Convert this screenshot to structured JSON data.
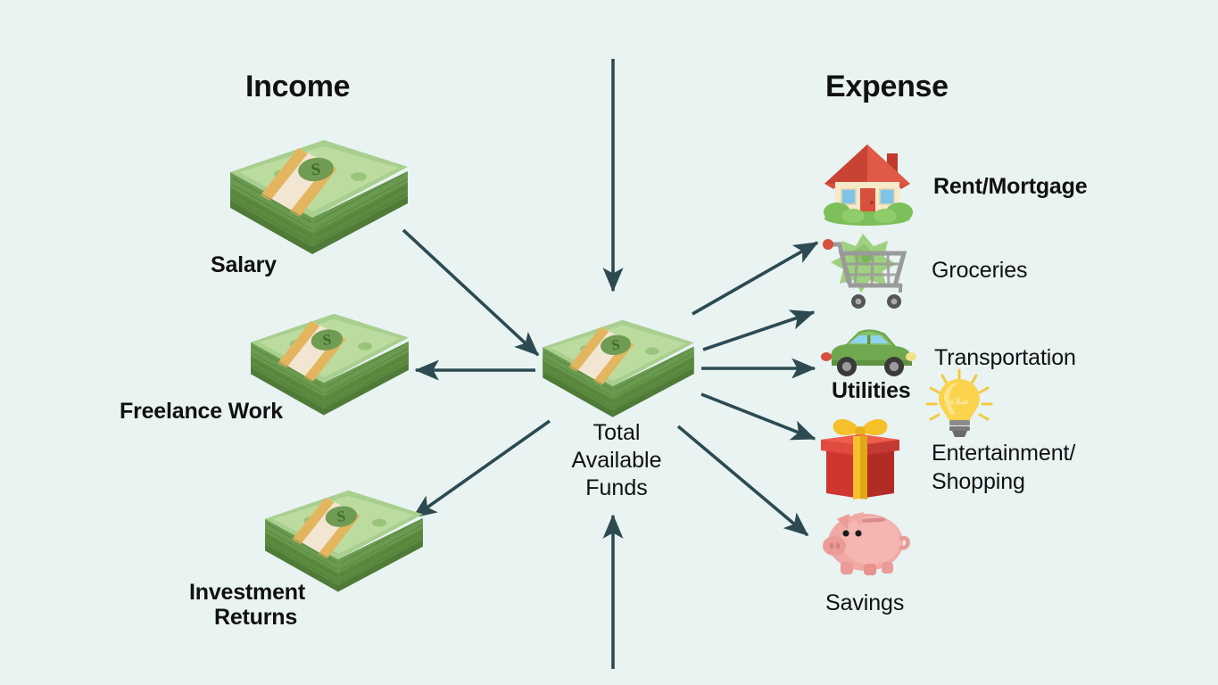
{
  "background_color": "#e8f3f2",
  "arrow_color": "#2d4a52",
  "text_color": "#111111",
  "headings": {
    "income": "Income",
    "expense": "Expense"
  },
  "center": {
    "label_line1": "Total",
    "label_line2": "Available",
    "label_line3": "Funds",
    "icon": "money-stack-icon"
  },
  "income_sources": [
    {
      "label": "Salary",
      "icon": "money-stack-icon"
    },
    {
      "label": "Freelance Work",
      "icon": "money-stack-icon"
    },
    {
      "label_line1": "Investment",
      "label_line2": "Returns",
      "icon": "money-stack-icon"
    }
  ],
  "expenses": [
    {
      "label": "Rent/Mortgage",
      "icon": "house-icon"
    },
    {
      "label": "Groceries",
      "icon": "shopping-cart-icon"
    },
    {
      "label": "Transportation",
      "icon": "car-icon"
    },
    {
      "label": "Utilities",
      "icon": "lightbulb-icon"
    },
    {
      "label_line1": "Entertainment/",
      "label_line2": "Shopping",
      "icon": "gift-box-icon"
    },
    {
      "label": "Savings",
      "icon": "piggy-bank-icon"
    }
  ],
  "colors": {
    "money_green_top": "#a8cf8e",
    "money_green_dark": "#6a9a4f",
    "money_band": "#e8c97a",
    "house_roof": "#d94f3d",
    "house_wall": "#f8e9c8",
    "house_window": "#7fc4e8",
    "bush_green": "#7dbf5a",
    "cart_gray": "#9a9a9a",
    "car_green": "#6fa84f",
    "bulb_yellow": "#f7c948",
    "gift_red": "#d93a34",
    "gift_ribbon": "#f5c02a",
    "piggy_pink": "#f2a8a4"
  }
}
